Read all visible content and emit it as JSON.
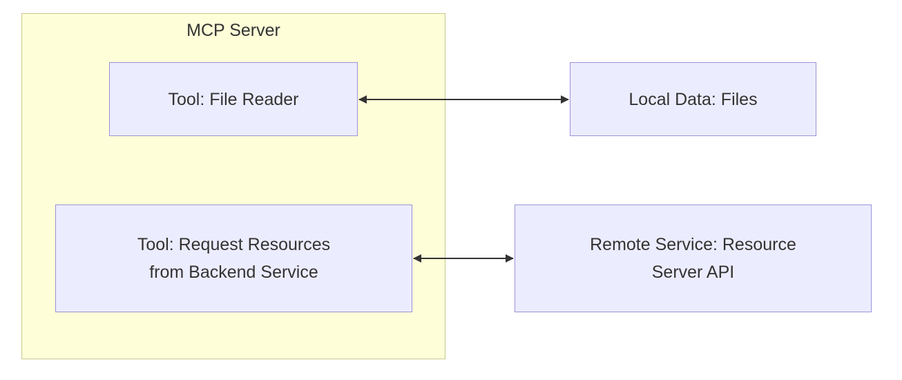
{
  "colors": {
    "group_fill": "#fefed8",
    "group_border": "#c7c88a",
    "node_fill": "#ececff",
    "node_border": "#9b92d8",
    "edge": "#333333",
    "text": "#333333"
  },
  "group": {
    "title": "MCP Server"
  },
  "nodes": {
    "file_reader": {
      "lines": [
        "Tool: File Reader"
      ]
    },
    "local_data": {
      "lines": [
        "Local Data: Files"
      ]
    },
    "request_tool": {
      "lines": [
        "Tool: Request Resources",
        "from Backend Service"
      ]
    },
    "remote_service": {
      "lines": [
        "Remote Service: Resource",
        "Server API"
      ]
    }
  },
  "edges": [
    {
      "from": "file_reader",
      "to": "local_data",
      "direction": "bidirectional"
    },
    {
      "from": "request_tool",
      "to": "remote_service",
      "direction": "bidirectional"
    }
  ]
}
